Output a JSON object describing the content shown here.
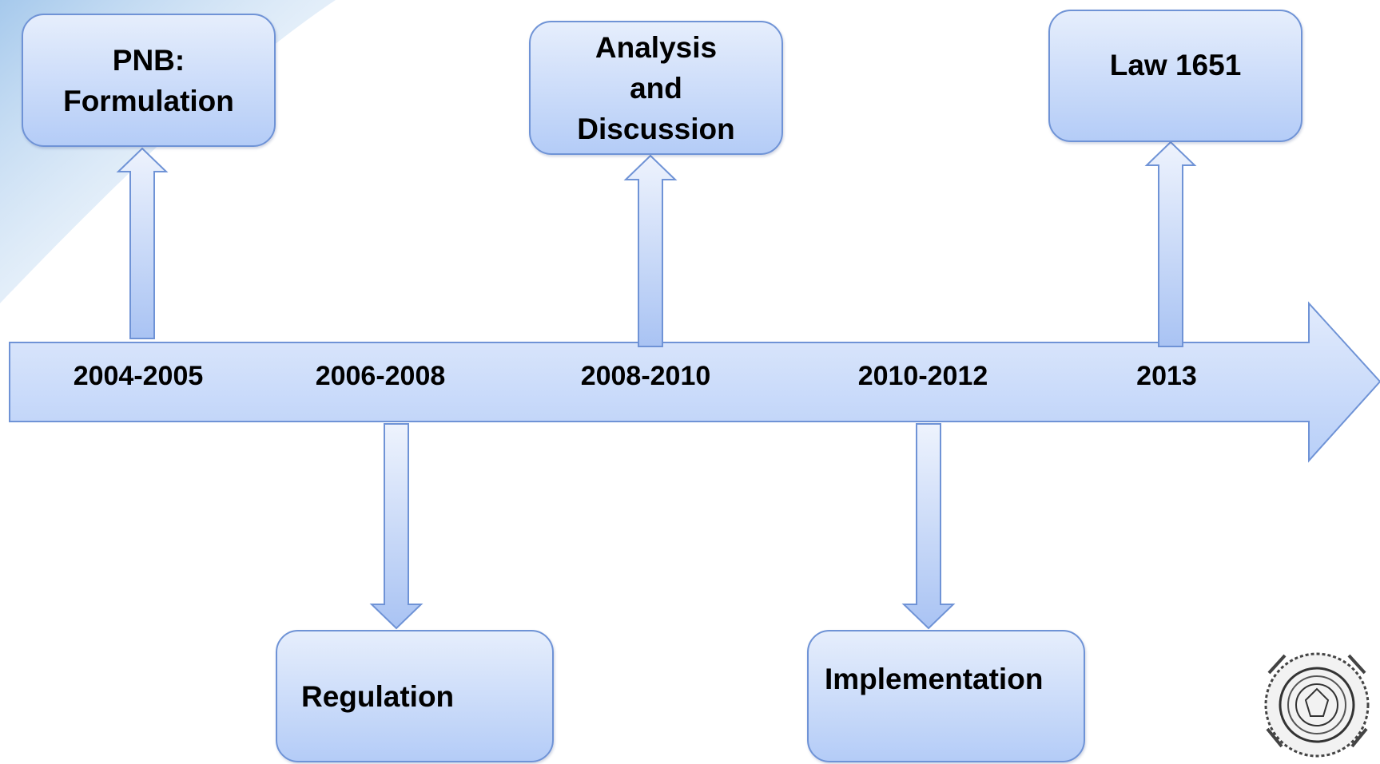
{
  "timeline": {
    "years": [
      "2004-2005",
      "2006-2008",
      "2008-2010",
      "2010-2012",
      "2013"
    ],
    "events": [
      {
        "lines": [
          "PNB:",
          "Formulation"
        ]
      },
      {
        "lines": [
          "Regulation"
        ]
      },
      {
        "lines": [
          "Analysis",
          "and",
          "Discussion"
        ]
      },
      {
        "lines": [
          "Implementation"
        ]
      },
      {
        "lines": [
          "Law 1651"
        ]
      }
    ]
  },
  "colors": {
    "fill_light": "#e6eefc",
    "fill_dark": "#b4ccf7",
    "stroke": "#6f93d6"
  },
  "icons": {
    "seal": "university-seal-emblem"
  }
}
